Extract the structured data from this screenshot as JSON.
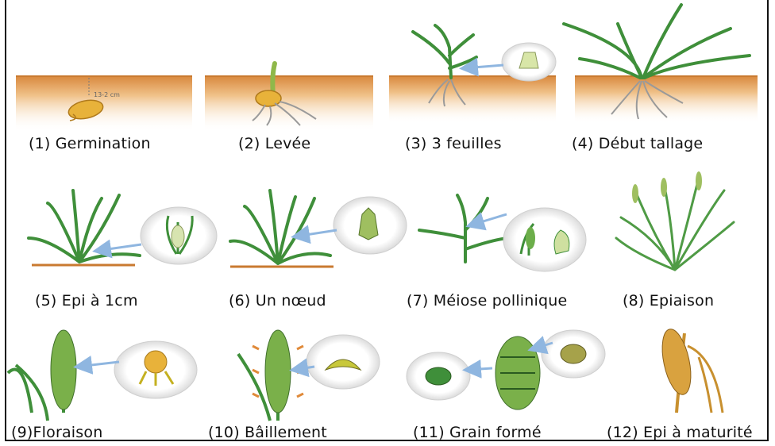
{
  "stages": [
    {
      "label": "(1) Germination"
    },
    {
      "label": "(2) Levée"
    },
    {
      "label": "(3) 3 feuilles"
    },
    {
      "label": "(4) Début tallage"
    },
    {
      "label": "(5) Epi à 1cm"
    },
    {
      "label": "(6) Un nœud"
    },
    {
      "label": "(7) Méiose pollinique"
    },
    {
      "label": "(8) Epiaison"
    },
    {
      "label": "(9)Floraison"
    },
    {
      "label": "(10) Bâillement"
    },
    {
      "label": "(11) Grain formé"
    },
    {
      "label": "(12) Epi à maturité"
    }
  ],
  "annotations": {
    "depth_label": "13-2 cm"
  },
  "colors": {
    "soil": "#e2a460",
    "leaf": "#3f8f3a",
    "grain": "#e8b23a",
    "root": "#9a9a9a",
    "arrow": "#8fb6e0",
    "ripe": "#c8902f"
  }
}
